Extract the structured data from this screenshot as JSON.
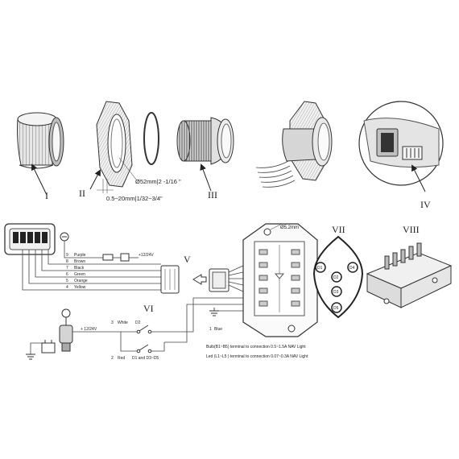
{
  "parts": {
    "i": "I",
    "ii": "II",
    "iii": "III",
    "iv": "IV",
    "v": "V",
    "vi": "VI",
    "vii": "VII",
    "viii": "VIII"
  },
  "dimensions": {
    "hole_diameter": "Ø52mm|2 -1/16 \"",
    "panel_thickness": "0.5~20mm|1/32~3/4\"",
    "module_hole": "Ø5.2mm"
  },
  "wires": [
    {
      "num": "9",
      "color": "Purple"
    },
    {
      "num": "8",
      "color": "Brown"
    },
    {
      "num": "7",
      "color": "Black"
    },
    {
      "num": "6",
      "color": "Green"
    },
    {
      "num": "5",
      "color": "Orange"
    },
    {
      "num": "4",
      "color": "Yellow"
    }
  ],
  "supply_v": "+12/24V",
  "switch_supply": "+ 12/24V",
  "switch_wires": [
    {
      "num": "3",
      "color": "White",
      "label": "D2"
    },
    {
      "num": "2",
      "color": "Red",
      "label": "D1 and D3~D5"
    }
  ],
  "ground_wire": {
    "num": "1",
    "color": "Blue"
  },
  "led_labels": [
    "D1",
    "D2",
    "D3",
    "D4",
    "D5"
  ],
  "notes": {
    "bulb": "Bulb(B1~B5) terminal to connection 0.5~1.5A NAV Light",
    "led": "Led (L1~L5 ) terminal to connection 0.07~0.3A NAV Light"
  }
}
